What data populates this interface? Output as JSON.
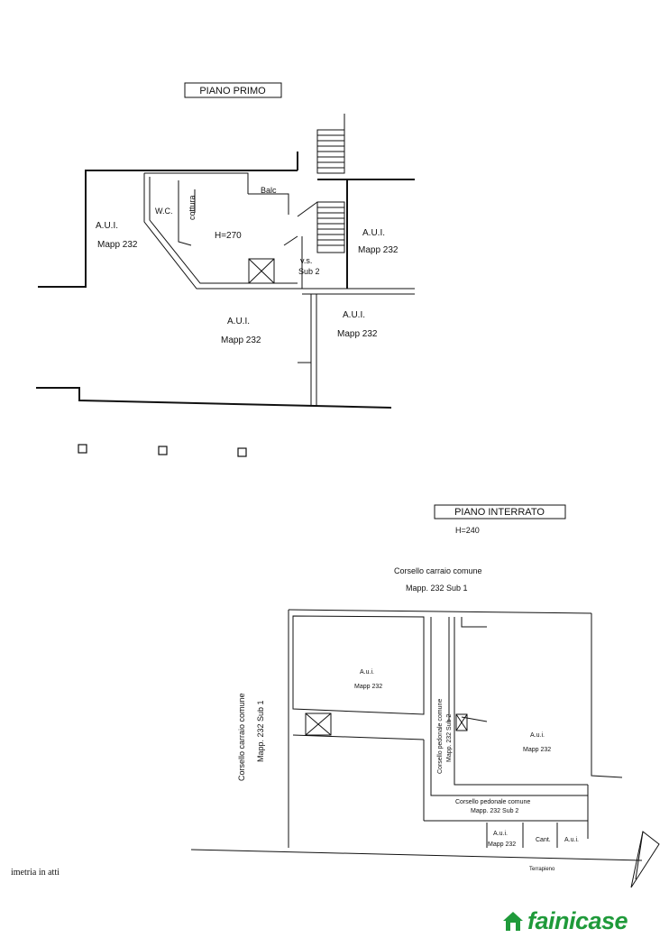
{
  "colors": {
    "ink": "#111111",
    "brand_green": "#1f9a3a",
    "paper": "#ffffff"
  },
  "first_floor": {
    "title": "PIANO PRIMO",
    "labels": {
      "aui_left": "A.U.I.",
      "mapp_left": "Mapp 232",
      "wc": "W.C.",
      "cottura": "cottura",
      "balc": "Balc",
      "height": "H=270",
      "vs": "v.s.",
      "sub2": "Sub 2",
      "aui_right": "A.U.I.",
      "mapp_right": "Mapp 232",
      "aui_bottom_left": "A.U.I.",
      "mapp_bottom_left": "Mapp 232",
      "aui_bottom_right": "A.U.I.",
      "mapp_bottom_right": "Mapp 232"
    }
  },
  "basement": {
    "title": "PIANO INTERRATO",
    "height": "H=240",
    "labels": {
      "corsello_top_1": "Corsello carraio comune",
      "corsello_top_2": "Mapp. 232  Sub 1",
      "corsello_left_1": "Corsello carraio comune",
      "corsello_left_2": "Mapp. 232  Sub 1",
      "aui_a": "A.u.i.",
      "mapp_a": "Mapp 232",
      "pedonale_v": "Corsello pedonale comune",
      "pedonale_v2": "Mapp. 232  Sub 2",
      "aui_b": "A.u.i.",
      "mapp_b": "Mapp 232",
      "pedonale_h": "Corsello pedonale comune",
      "pedonale_h2": "Mapp. 232  Sub 2",
      "aui_c": "A.u.i.",
      "mapp_c": "Mapp 232",
      "cant": "Cant.",
      "aui_d": "A.u.i.",
      "terrapieno": "Terrapieno"
    }
  },
  "footnote": "imetria in atti",
  "logo": {
    "text": "fainicase",
    "icon": "house-logo-icon"
  }
}
